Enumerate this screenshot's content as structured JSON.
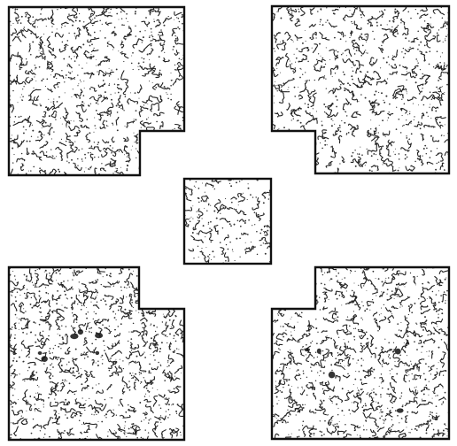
{
  "figure": {
    "background": "#ffffff",
    "ink": "#111111",
    "pattern": "vermiculated-squiggles",
    "panels": [
      {
        "id": "top-left",
        "shape": "square-with-notch",
        "notch_corner": "bottom-right",
        "density": 0.85,
        "dark_blots": 0
      },
      {
        "id": "top-right",
        "shape": "square-with-notch",
        "notch_corner": "bottom-left",
        "density": 0.8,
        "dark_blots": 0
      },
      {
        "id": "center",
        "shape": "square",
        "notch_corner": "none",
        "density": 0.75,
        "dark_blots": 0
      },
      {
        "id": "bottom-left",
        "shape": "square-with-notch",
        "notch_corner": "top-right",
        "density": 0.95,
        "dark_blots": 6
      },
      {
        "id": "bottom-right",
        "shape": "square-with-notch",
        "notch_corner": "top-left",
        "density": 0.95,
        "dark_blots": 5
      }
    ]
  }
}
